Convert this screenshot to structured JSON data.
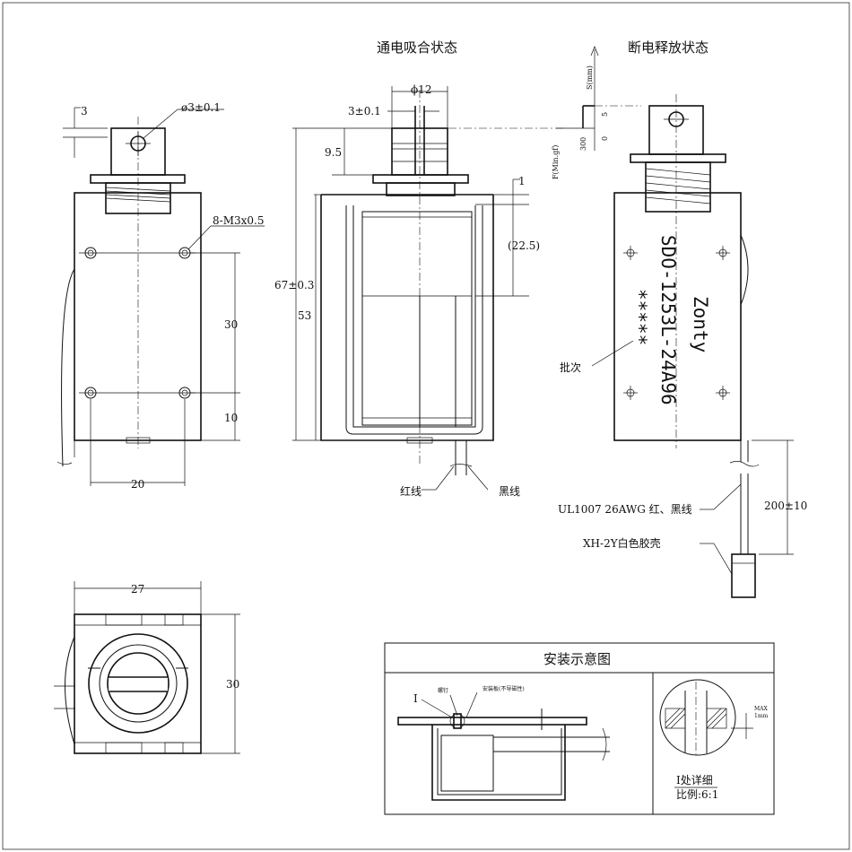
{
  "views": {
    "attracted_title": "通电吸合状态",
    "released_title": "断电释放状态"
  },
  "dims": {
    "side_3": "3",
    "hole_dia": "ø3±0.1",
    "screws": "8-M3x0.5",
    "h30": "30",
    "h10": "10",
    "w20": "20",
    "plunger_dia": "ϕ12",
    "slot": "3±0.1",
    "d9_5": "9.5",
    "total_len": "67±0.3",
    "body_len": "53",
    "gap1": "1",
    "stroke_ref": "(22.5)",
    "bottom_w27": "27",
    "bottom_h30": "30",
    "lead_len": "200±10"
  },
  "graph": {
    "s_axis": "S(mm)",
    "f_axis": "F(Min.gf)",
    "s_val": "5",
    "zero": "0",
    "f_val": "300"
  },
  "marking": {
    "model": "SDO-1253L-24A96",
    "brand": "Zonty",
    "batch": "*****"
  },
  "labels": {
    "batch": "批次",
    "red_wire": "红线",
    "black_wire": "黑线",
    "wire_spec": "UL1007 26AWG 红、黑线",
    "connector": "XH-2Y白色胶壳"
  },
  "install": {
    "title": "安装示意图",
    "marker": "I",
    "screw": "螺钉",
    "plate": "安装板(不导磁性)",
    "max_note": "MAX",
    "max_val": "1mm",
    "detail": "I处详细",
    "scale": "比例:6:1"
  }
}
